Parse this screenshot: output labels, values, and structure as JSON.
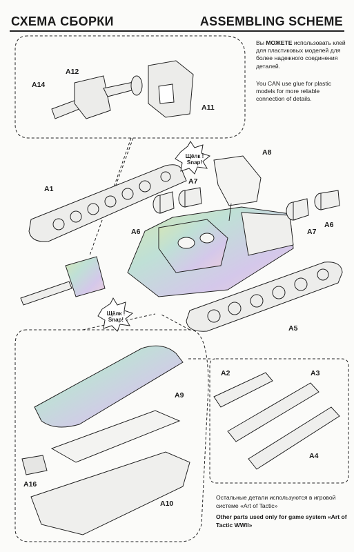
{
  "header": {
    "title_ru": "СХЕМА СБОРКИ",
    "title_en": "ASSEMBLING SCHEME"
  },
  "glue_note": {
    "ru_prefix": "Вы ",
    "ru_emphasis": "МОЖЕТЕ",
    "ru_rest": " использовать клей для пластиковых моделей для более надежного соединения деталей.",
    "en": "You CAN use glue for plastic models for more reliable connection of details."
  },
  "snap": {
    "ru": "Щёлк !",
    "en": "Snap!"
  },
  "parts": {
    "a1": "A1",
    "a2": "A2",
    "a3": "A3",
    "a4": "A4",
    "a5": "A5",
    "a6_left": "A6",
    "a6_right": "A6",
    "a7_left": "A7",
    "a7_right": "A7",
    "a8": "A8",
    "a9": "A9",
    "a10": "A10",
    "a11": "A11",
    "a12": "A12",
    "a14": "A14",
    "a16": "A16"
  },
  "footer_note": {
    "ru": "Остальные детали используются в игровой системе «Art of Tactic»",
    "en": "Other parts used only for game system «Art of Tactic WWII»"
  },
  "colors": {
    "ink": "#1a1a1a",
    "paper": "#fbfbf9",
    "part_fill": "#e9e9e6",
    "rainbow": [
      "#d7e6b4",
      "#bfe0d6",
      "#d4c8ea",
      "#ecd0dc"
    ]
  }
}
